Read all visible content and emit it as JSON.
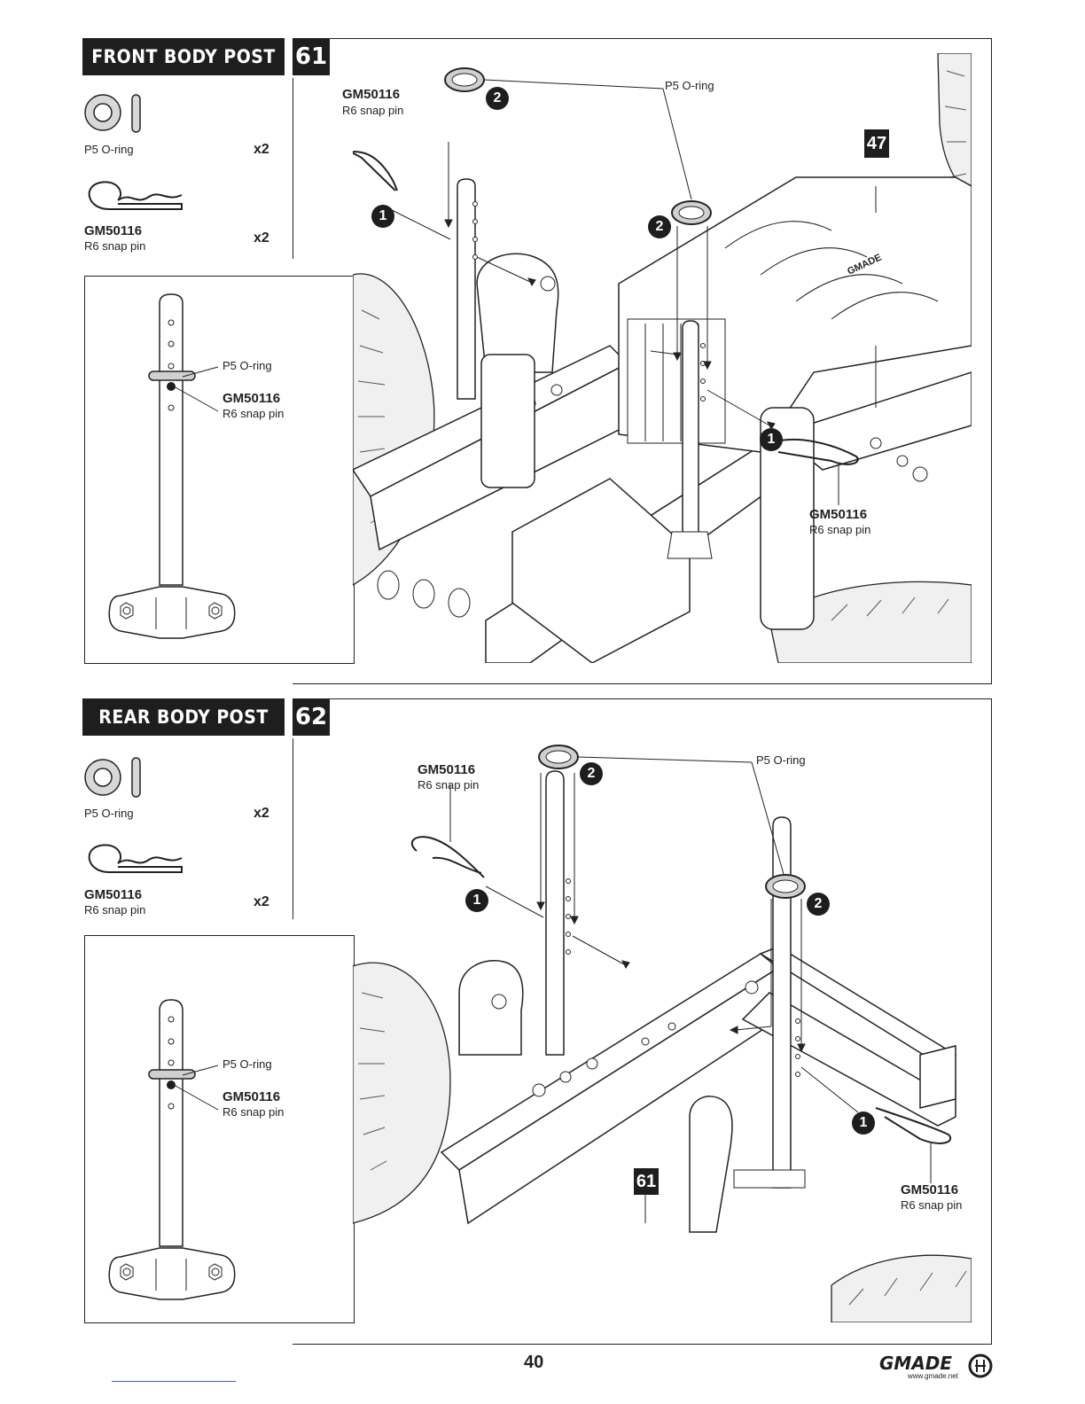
{
  "front": {
    "title": "FRONT BODY POST",
    "step": "61",
    "oring_label": "P5 O-ring",
    "oring_qty": "x2",
    "pin_code": "GM50116",
    "pin_label": "R6 snap pin",
    "pin_qty": "x2",
    "detail_oring": "P5 O-ring",
    "detail_pin_code": "GM50116",
    "detail_pin_label": "R6 snap pin",
    "main_pin_code": "GM50116",
    "main_pin_label": "R6 snap pin",
    "main_oring": "P5 O-ring",
    "ref": "47",
    "right_pin_code": "GM50116",
    "right_pin_label": "R6 snap pin",
    "badges": {
      "one": "1",
      "two": "2"
    }
  },
  "rear": {
    "title": "REAR BODY POST",
    "step": "62",
    "oring_label": "P5 O-ring",
    "oring_qty": "x2",
    "pin_code": "GM50116",
    "pin_label": "R6 snap pin",
    "pin_qty": "x2",
    "detail_oring": "P5 O-ring",
    "detail_pin_code": "GM50116",
    "detail_pin_label": "R6 snap pin",
    "main_pin_code": "GM50116",
    "main_pin_label": "R6 snap pin",
    "main_oring": "P5 O-ring",
    "ref": "61",
    "right_pin_code": "GM50116",
    "right_pin_label": "R6 snap pin",
    "badges": {
      "one": "1",
      "two": "2"
    }
  },
  "footer": {
    "page_number": "40",
    "brand": "GMADE",
    "url": "www.gmade.net"
  }
}
